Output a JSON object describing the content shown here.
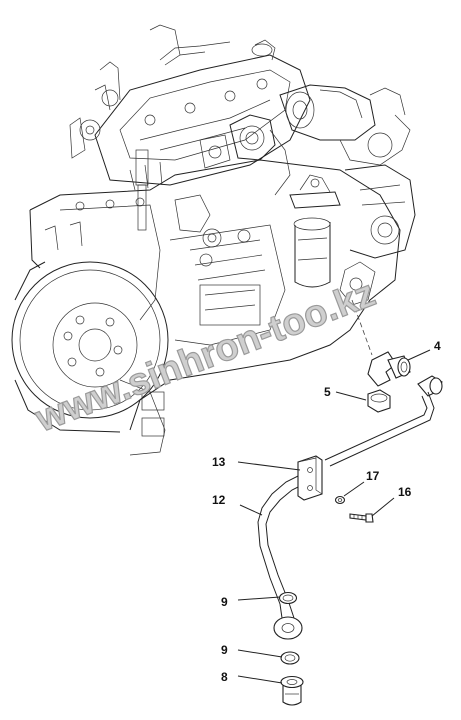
{
  "watermark": "www.sinhron-too.kz",
  "callouts": {
    "c4": "4",
    "c5": "5",
    "c13": "13",
    "c17": "17",
    "c16": "16",
    "c12": "12",
    "c9a": "9",
    "c9b": "9",
    "c8": "8"
  }
}
